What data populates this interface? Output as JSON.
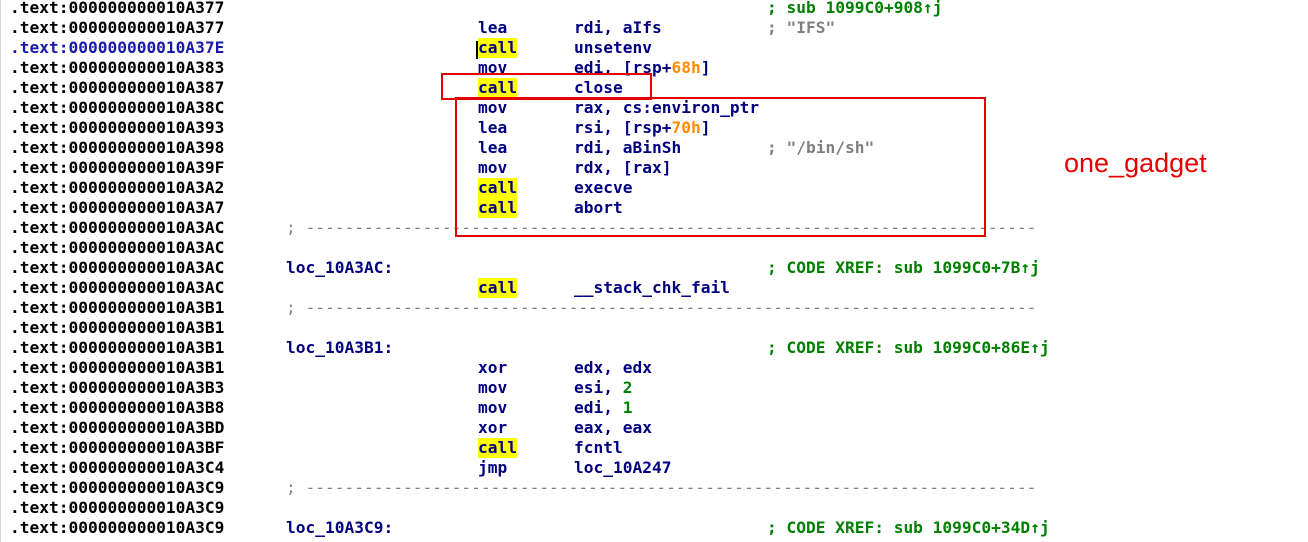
{
  "lines": [
    {
      "address": ".text:000000000010A377",
      "mnemonic": "",
      "operands": "",
      "comment": "; sub 1099C0+908↑j",
      "comment_style": "xref-inline"
    },
    {
      "address": ".text:000000000010A377",
      "mnemonic": "lea",
      "operands": "rdi, aIfs",
      "comment": "; \"IFS\""
    },
    {
      "address": ".text:000000000010A37E",
      "mnemonic": "call",
      "operands": "unsetenv",
      "current": true
    },
    {
      "address": ".text:000000000010A383",
      "mnemonic": "mov",
      "operands": "edi, [rsp+",
      "num": "68h",
      "operands_tail": "]"
    },
    {
      "address": ".text:000000000010A387",
      "mnemonic": "call",
      "operands": "close"
    },
    {
      "address": ".text:000000000010A38C",
      "mnemonic": "mov",
      "operands": "rax, cs:environ_ptr"
    },
    {
      "address": ".text:000000000010A393",
      "mnemonic": "lea",
      "operands": "rsi, [rsp+",
      "num": "70h",
      "operands_tail": "]"
    },
    {
      "address": ".text:000000000010A398",
      "mnemonic": "lea",
      "operands": "rdi, aBinSh",
      "comment": "; \"/bin/sh\""
    },
    {
      "address": ".text:000000000010A39F",
      "mnemonic": "mov",
      "operands": "rdx, [rax]"
    },
    {
      "address": ".text:000000000010A3A2",
      "mnemonic": "call",
      "operands": "execve"
    },
    {
      "address": ".text:000000000010A3A7",
      "mnemonic": "call",
      "operands": "abort"
    },
    {
      "address": ".text:000000000010A3AC",
      "separator": "; ---------------------------------------------------------------------------"
    },
    {
      "address": ".text:000000000010A3AC"
    },
    {
      "address": ".text:000000000010A3AC",
      "label": "loc_10A3AC:",
      "xref": "; CODE XREF: sub 1099C0+7B↑j"
    },
    {
      "address": ".text:000000000010A3AC",
      "mnemonic": "call",
      "operands": "__stack_chk_fail"
    },
    {
      "address": ".text:000000000010A3B1",
      "separator": "; ---------------------------------------------------------------------------"
    },
    {
      "address": ".text:000000000010A3B1"
    },
    {
      "address": ".text:000000000010A3B1",
      "label": "loc_10A3B1:",
      "xref": "; CODE XREF: sub 1099C0+86E↑j"
    },
    {
      "address": ".text:000000000010A3B1",
      "mnemonic": "xor",
      "operands": "edx, edx"
    },
    {
      "address": ".text:000000000010A3B3",
      "mnemonic": "mov",
      "operands": "esi, ",
      "num_green": "2"
    },
    {
      "address": ".text:000000000010A3B8",
      "mnemonic": "mov",
      "operands": "edi, ",
      "num_green": "1"
    },
    {
      "address": ".text:000000000010A3BD",
      "mnemonic": "xor",
      "operands": "eax, eax"
    },
    {
      "address": ".text:000000000010A3BF",
      "mnemonic": "call",
      "operands": "fcntl"
    },
    {
      "address": ".text:000000000010A3C4",
      "mnemonic": "jmp",
      "operands": "loc_10A247"
    },
    {
      "address": ".text:000000000010A3C9",
      "separator": "; ---------------------------------------------------------------------------"
    },
    {
      "address": ".text:000000000010A3C9"
    },
    {
      "address": ".text:000000000010A3C9",
      "label": "loc_10A3C9:",
      "xref": "; CODE XREF: sub 1099C0+34D↑j"
    }
  ],
  "annotation": {
    "label": "one_gadget",
    "color": "#e60000"
  },
  "colors": {
    "call_highlight": "#ffff00",
    "mnemonic": "#000080",
    "xref": "#008000",
    "immediate": "#ff8c00"
  }
}
